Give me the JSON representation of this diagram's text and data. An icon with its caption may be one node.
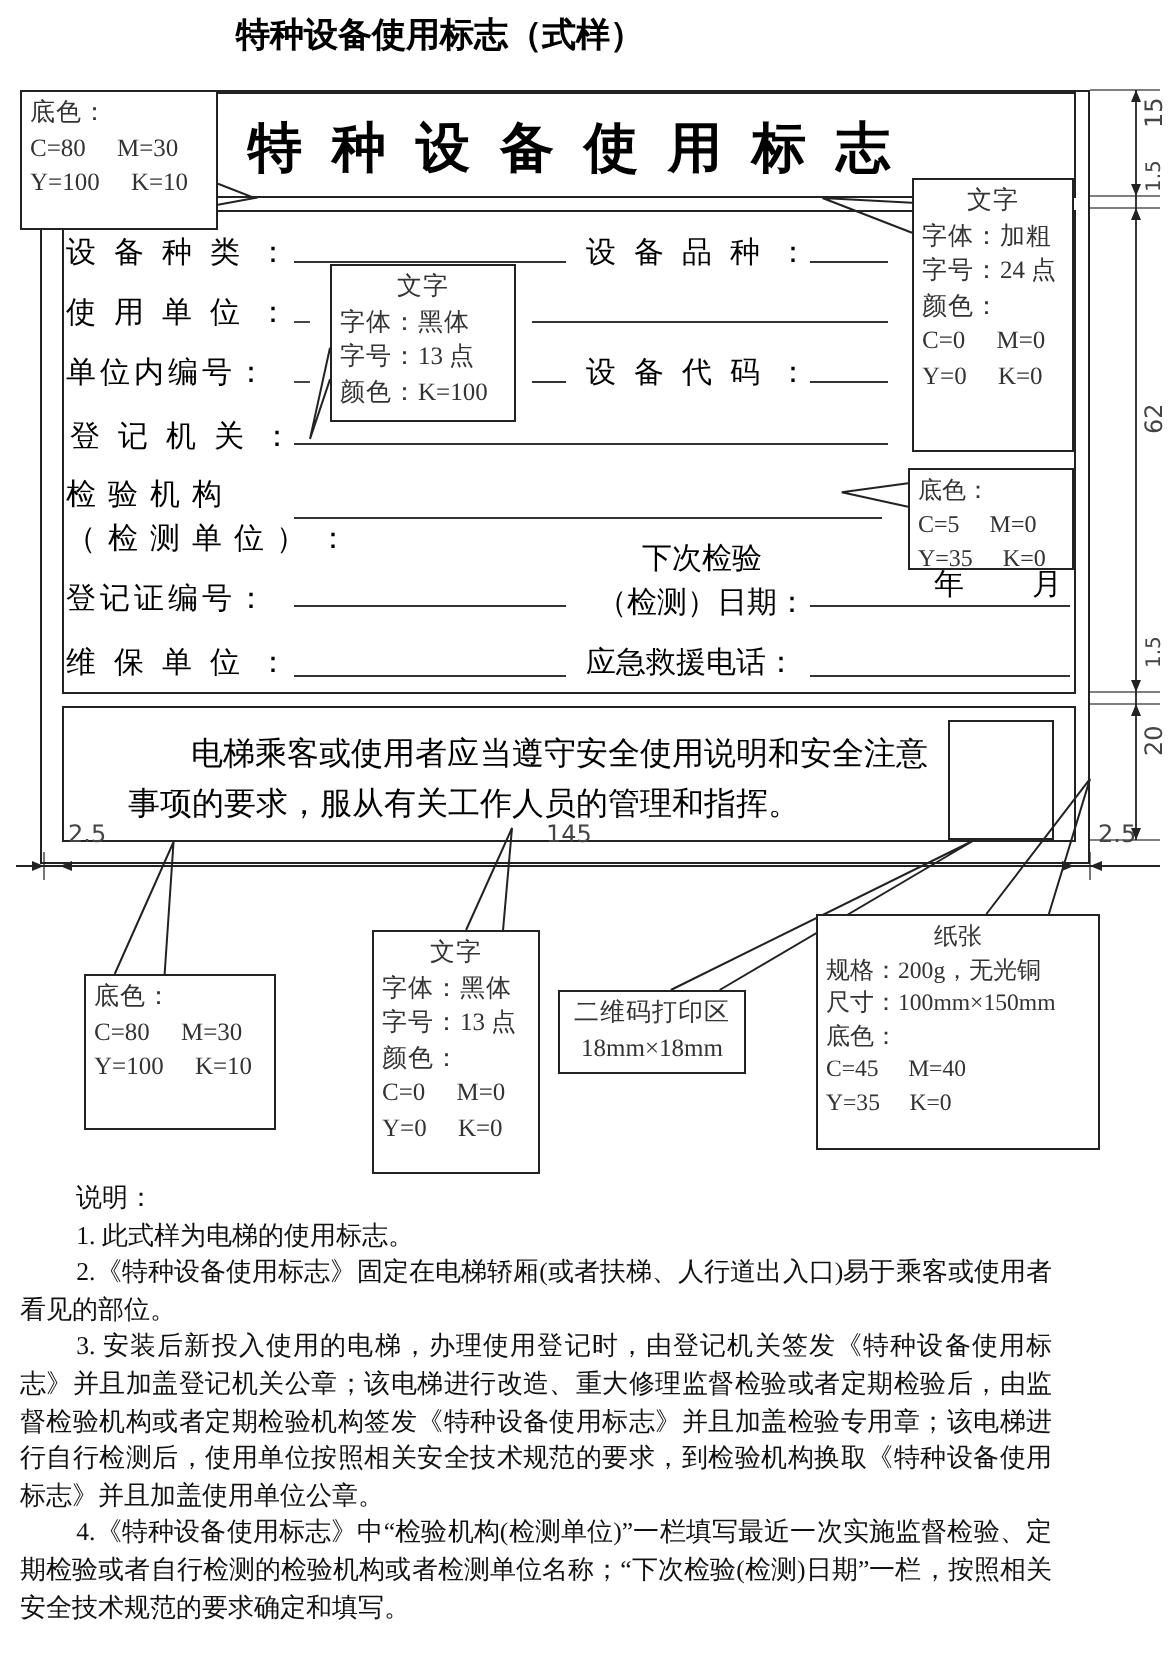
{
  "diagram": {
    "title": "特种设备使用标志（式样）",
    "nodes": [
      {
        "text": [],
        "shape": "box"
      },
      {
        "text": [
          "特种设备使用标志"
        ],
        "in": 0
      },
      {
        "text": [
          "底色：",
          "C=80 M=30",
          "Y=100 K=10"
        ]
      },
      {
        "text": [
          "文字",
          "字体：加粗",
          "字号：24 点",
          "颜色：",
          "C=0 M=0",
          "Y=0 K=0"
        ],
        "in": 0
      },
      {
        "text": [],
        "shape": "box",
        "in": 0
      },
      {
        "text": [
          "登记机关："
        ],
        "in": 4
      },
      {
        "text": [
          "文字",
          "字体：黑体",
          "字号：13 点",
          "颜色：K=100"
        ],
        "in": 4
      },
      {
        "text": [
          "底色：",
          "C=5 M=0",
          "Y=35 K=0"
        ],
        "in": 4
      },
      {
        "text": [],
        "shape": "box",
        "in": 0
      },
      {
        "text": [
          "电梯乘客或使用者应当遵守安全使用说明和安全注意事项的要求，服从有关工作人员的管理和指挥。"
        ],
        "in": 8
      },
      {
        "text": [],
        "shape": "box",
        "in": 8
      },
      {
        "text": [
          "底色：",
          "C=80 M=30",
          "Y=100 K=10"
        ]
      },
      {
        "text": [
          "文字",
          "字体：黑体",
          "字号：13 点",
          "颜色：",
          "C=0 M=0",
          "Y=0 K=0"
        ]
      },
      {
        "text": [
          "二维码打印区",
          "18mm×18mm"
        ]
      },
      {
        "text": [
          "纸张",
          "规格：200g，无光铜",
          "尺寸：100mm×150mm",
          "底色：",
          "C=45 M=40",
          "Y=35 K=0"
        ]
      }
    ],
    "edges": [
      {
        "from": 2,
        "to": 1,
        "arrow": "none"
      },
      {
        "from": 3,
        "to": 1,
        "arrow": "none"
      },
      {
        "from": 6,
        "to": 5,
        "arrow": "none"
      },
      {
        "from": 7,
        "to": 4,
        "arrow": "none"
      },
      {
        "from": 11,
        "to": 8,
        "arrow": "none"
      },
      {
        "from": 12,
        "to": 9,
        "arrow": "none"
      },
      {
        "from": 13,
        "to": 10,
        "arrow": "none"
      },
      {
        "from": 14,
        "to": 0,
        "arrow": "none"
      }
    ],
    "labels": [
      "设备种类：",
      "设备品种：",
      "使用单位：",
      "单位内编号：",
      "设备代码：",
      "检验机构（检测单位）：",
      "登记证编号：",
      "下次检验（检测）日期：",
      "年",
      "月",
      "维保单位：",
      "应急救援电话：",
      "15",
      "1.5",
      "62",
      "1.5",
      "20",
      "2.5",
      "145",
      "2.5",
      "说明：",
      "1. 此式样为电梯的使用标志。",
      "2.《特种设备使用标志》固定在电梯轿厢(或者扶梯、人行道出入口)易于乘客或使用者看见的部位。",
      "3. 安装后新投入使用的电梯，办理使用登记时，由登记机关签发《特种设备使用标志》并且加盖登记机关公章；该电梯进行改造、重大修理监督检验或者定期检验后，由监督检验机构或者定期检验机构签发《特种设备使用标志》并且加盖检验专用章；该电梯进行自行检测后，使用单位按照相关安全技术规范的要求，到检验机构换取《特种设备使用标志》并且加盖使用单位公章。",
      "4.《特种设备使用标志》中“检验机构(检测单位)”一栏填写最近一次实施监督检验、定期检验或者自行检测的检验机构或者检测单位名称；“下次检验(检测)日期”一栏，按照相关安全技术规范的要求确定和填写。"
    ]
  }
}
